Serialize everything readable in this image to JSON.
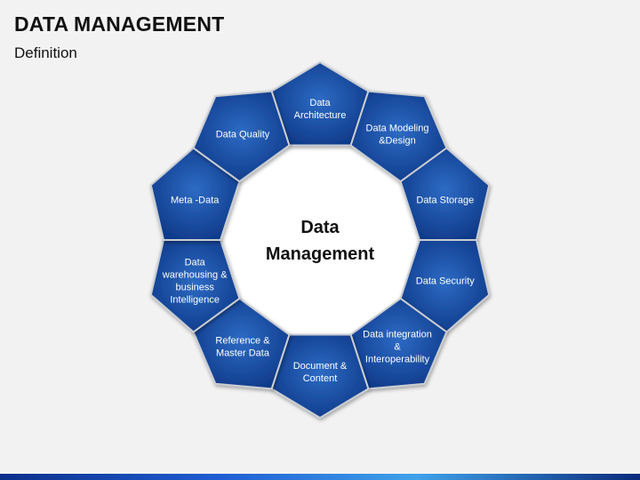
{
  "header": {
    "title": "DATA MANAGEMENT",
    "subtitle": "Definition"
  },
  "diagram": {
    "center_label": [
      "Data",
      "Management"
    ],
    "segments": [
      {
        "label": [
          "Data",
          "Architecture"
        ]
      },
      {
        "label": [
          "Data Modeling",
          "&Design"
        ]
      },
      {
        "label": [
          "Data Storage"
        ]
      },
      {
        "label": [
          "Data Security"
        ]
      },
      {
        "label": [
          "Data integration",
          "&",
          "Interoperability"
        ]
      },
      {
        "label": [
          "Document &",
          "Content"
        ]
      },
      {
        "label": [
          "Reference &",
          "Master Data"
        ]
      },
      {
        "label": [
          "Data",
          "warehousing &",
          "business",
          "Intelligence"
        ]
      },
      {
        "label": [
          "Meta -Data"
        ]
      },
      {
        "label": [
          "Data Quality"
        ]
      }
    ],
    "colors": {
      "segment_light": "#2d6bc4",
      "segment_dark": "#0c3584",
      "segment_stroke": "#c9cdd2",
      "ring_background": "#ffffff"
    }
  }
}
